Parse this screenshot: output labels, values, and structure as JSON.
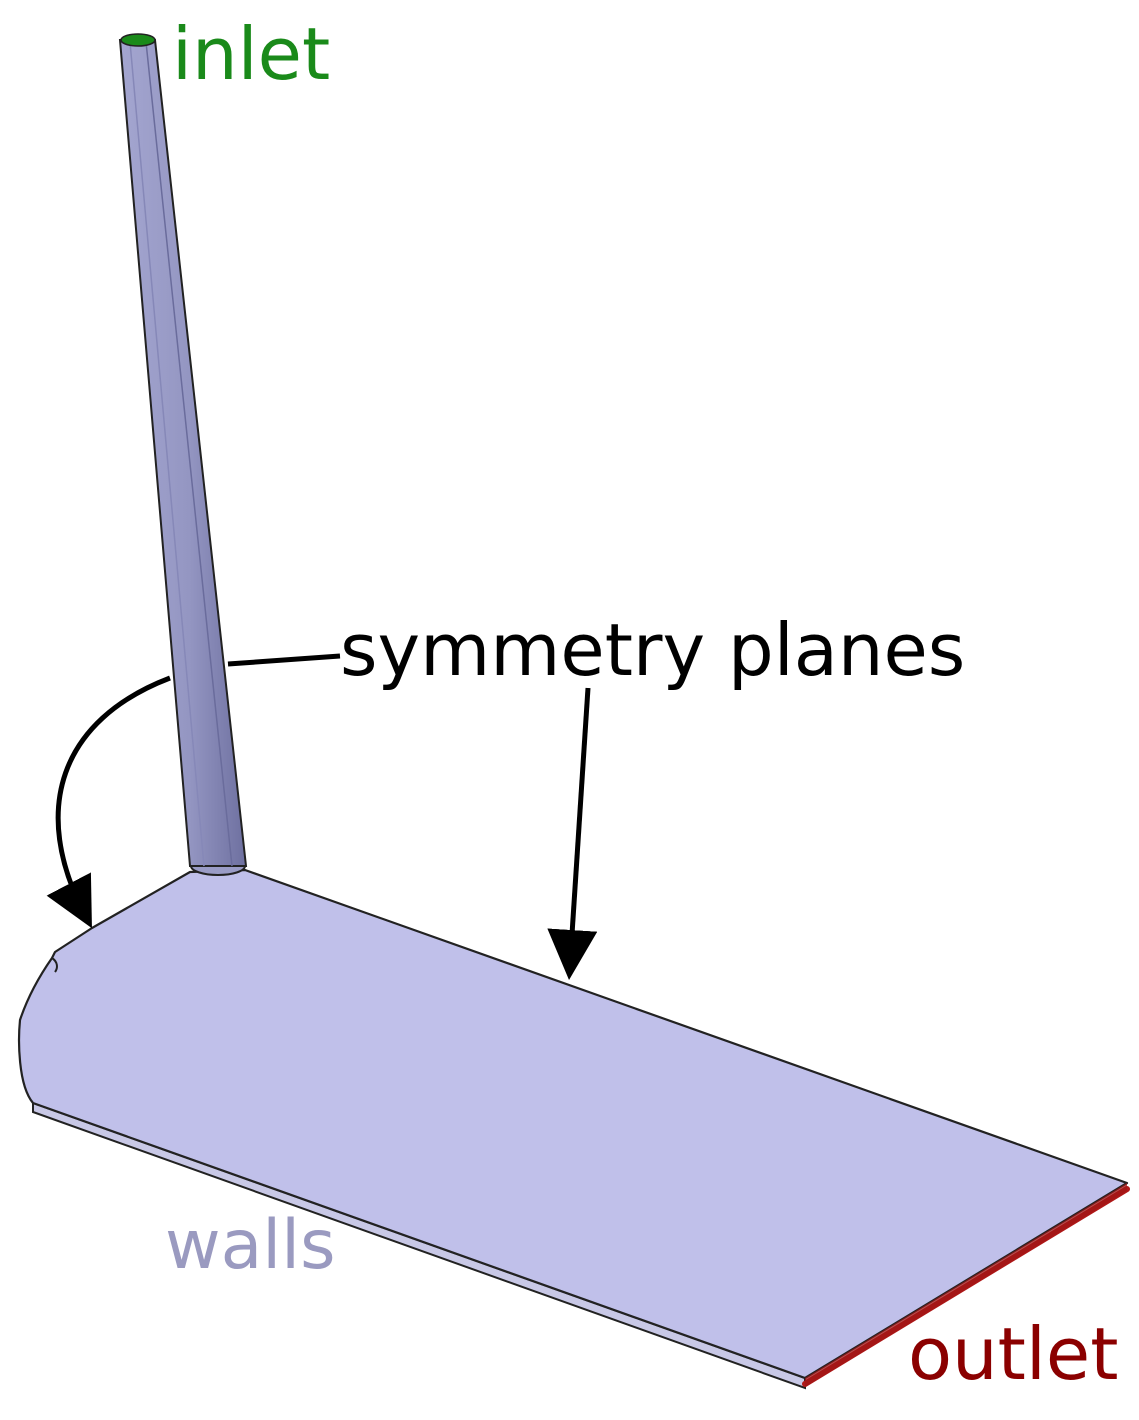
{
  "labels": {
    "inlet": "inlet",
    "symmetry_planes": "symmetry planes",
    "walls": "walls",
    "outlet": "outlet"
  },
  "colors": {
    "inlet": "#1a8a1a",
    "symmetry_planes": "#000000",
    "walls": "#9a9ac0",
    "outlet": "#8b0000",
    "body_fill": "#c0c0ea",
    "pipe_fill": "#9a9cc6",
    "pipe_shade": "#7476a6",
    "outlet_edge": "#b01818"
  }
}
